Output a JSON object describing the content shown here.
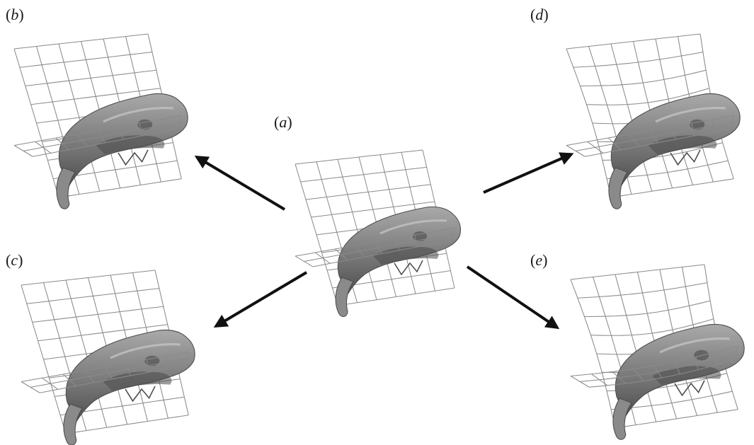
{
  "panels": [
    {
      "id": "a",
      "label_open": "(",
      "label_letter": "a",
      "label_close": ")",
      "sagittal_warp": 0,
      "horizontal_warp": 0
    },
    {
      "id": "b",
      "label_open": "(",
      "label_letter": "b",
      "label_close": ")",
      "sagittal_warp": 0,
      "horizontal_warp": 0
    },
    {
      "id": "c",
      "label_open": "(",
      "label_letter": "c",
      "label_close": ")",
      "sagittal_warp": 0,
      "horizontal_warp": 0
    },
    {
      "id": "d",
      "label_open": "(",
      "label_letter": "d",
      "label_close": ")",
      "sagittal_warp": 1,
      "horizontal_warp": 0
    },
    {
      "id": "e",
      "label_open": "(",
      "label_letter": "e",
      "label_close": ")",
      "sagittal_warp": 1,
      "horizontal_warp": 1
    }
  ],
  "arrows": [
    {
      "from": "a",
      "to": "b"
    },
    {
      "from": "a",
      "to": "c"
    },
    {
      "from": "a",
      "to": "d"
    },
    {
      "from": "a",
      "to": "e"
    }
  ],
  "colors": {
    "grid_line": "#8a8a8a",
    "arrow": "#111111",
    "skull_fill": "#7b7b7b",
    "skull_dark": "#4a4a4a",
    "skull_light": "#c8c8c8"
  }
}
